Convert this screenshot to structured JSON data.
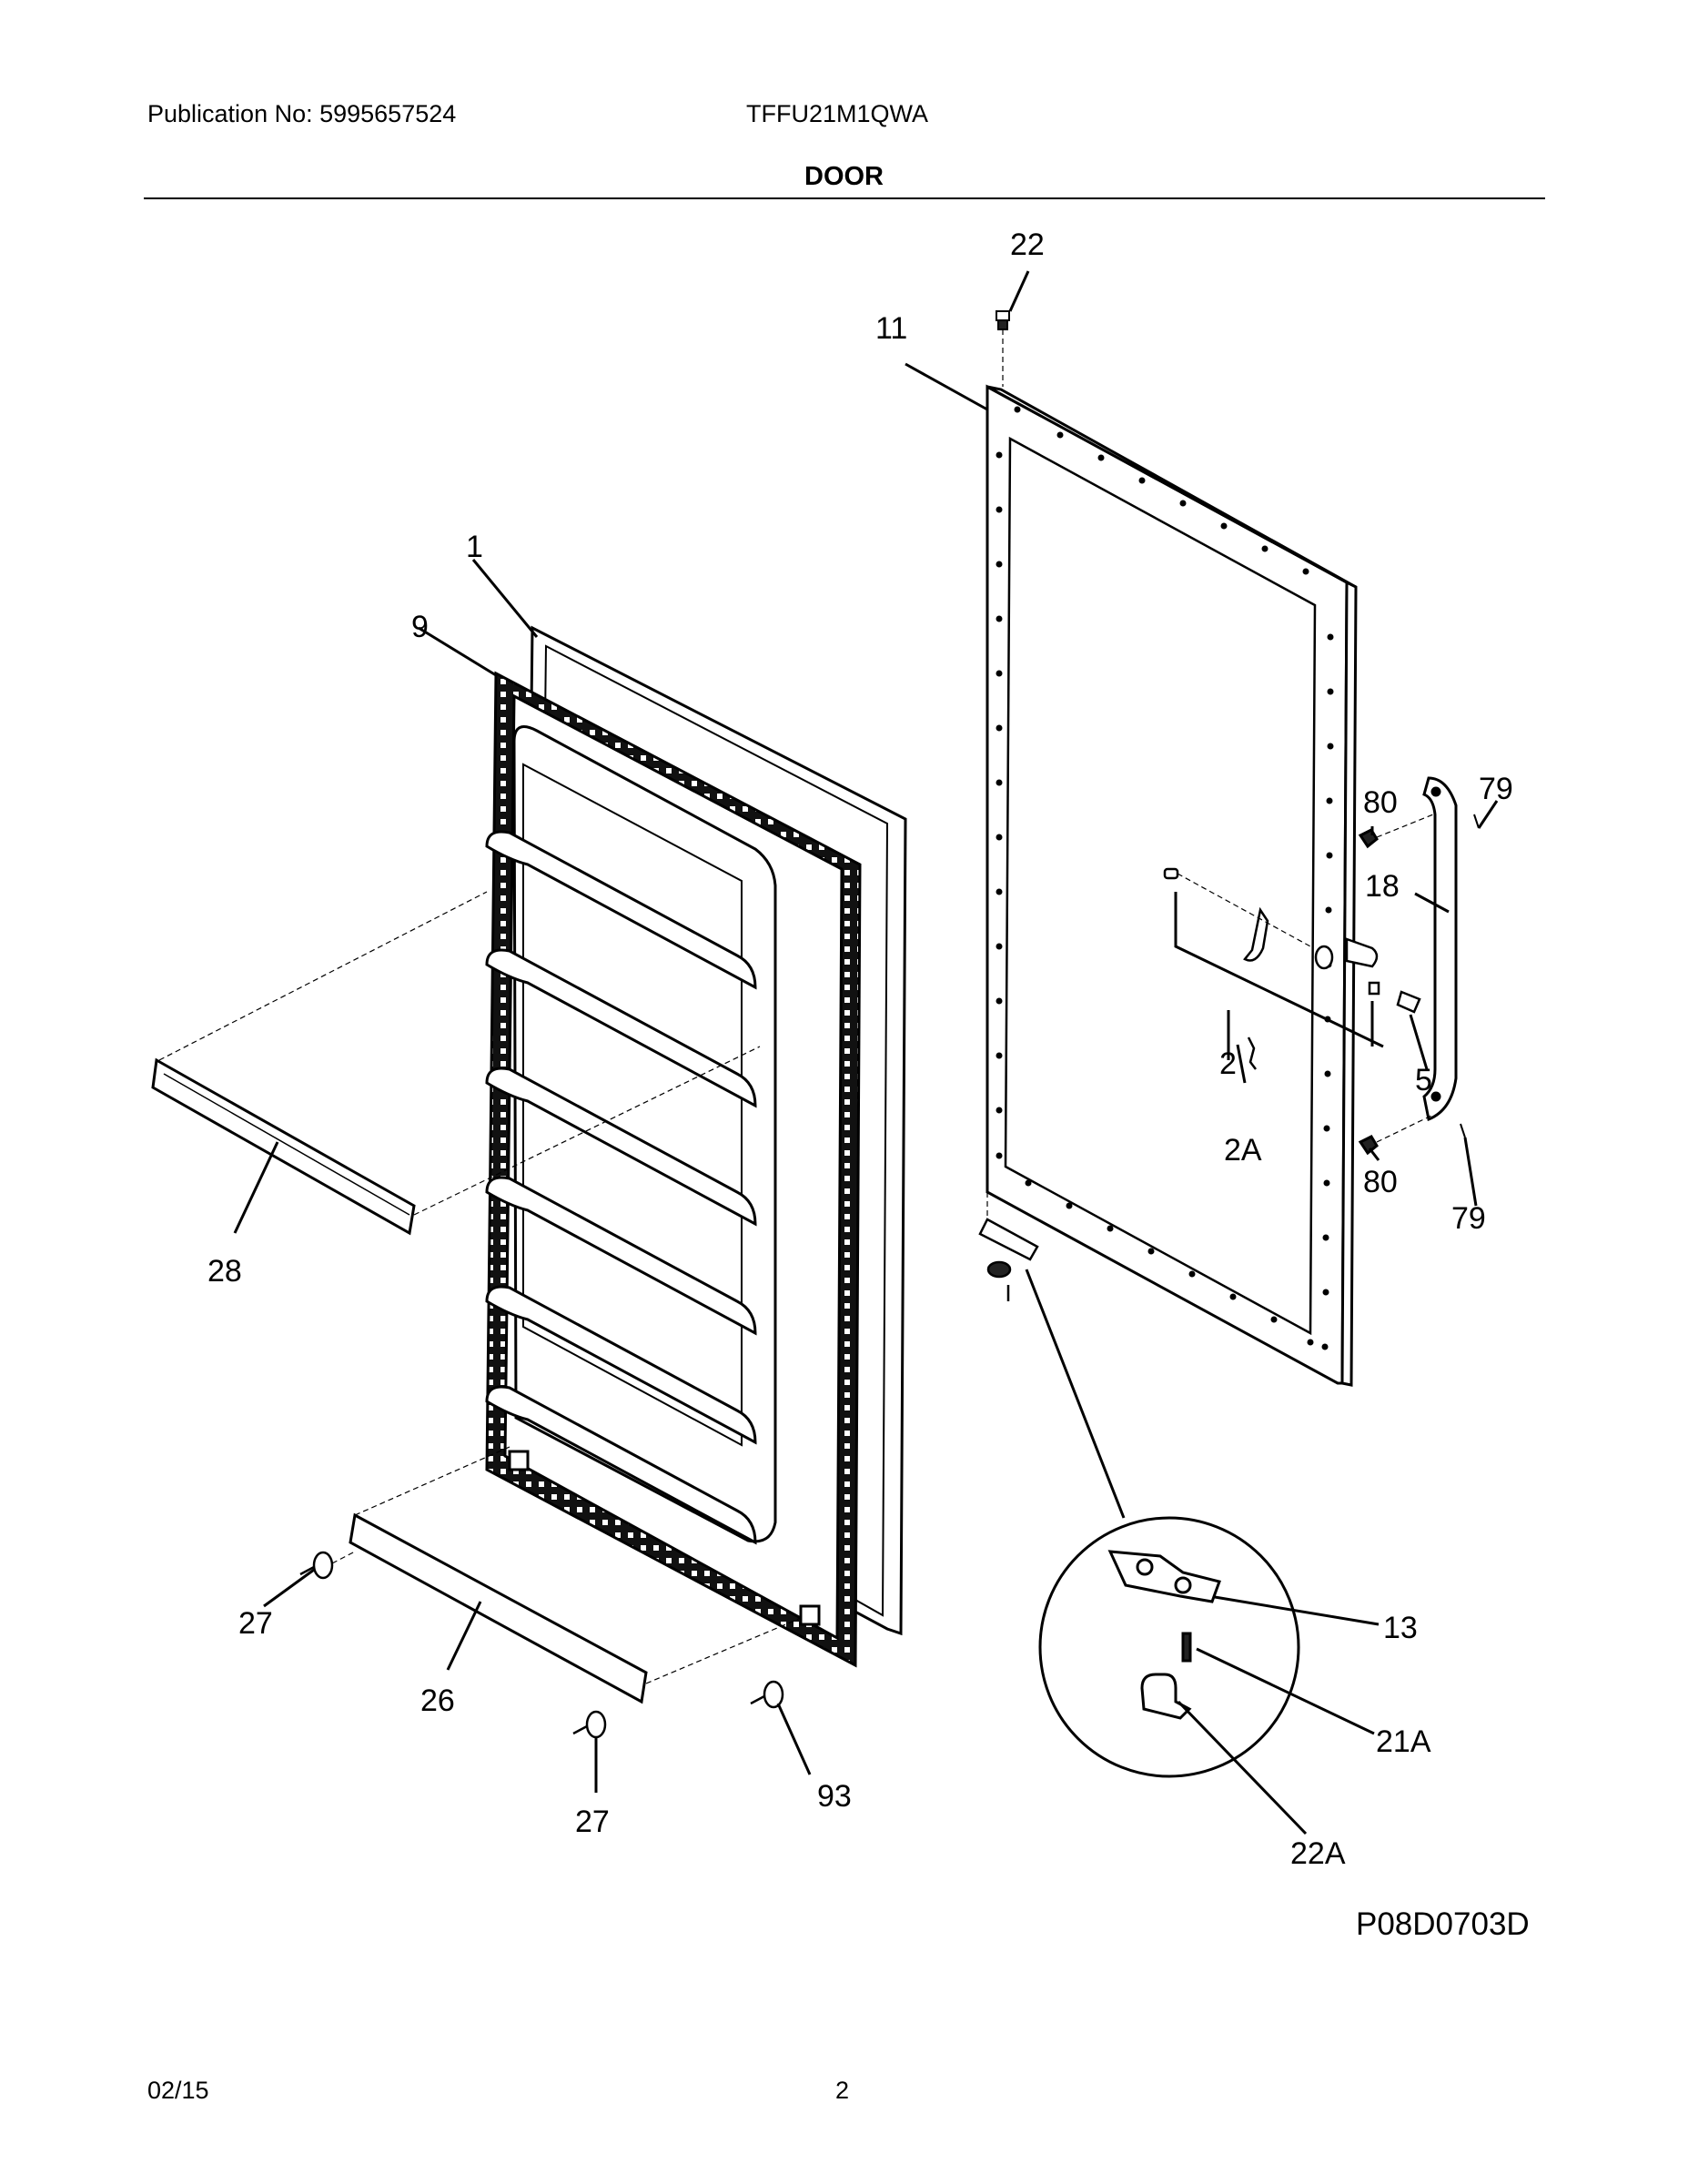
{
  "header": {
    "publication": "Publication No: 5995657524",
    "model": "TFFU21M1QWA"
  },
  "section_title": "DOOR",
  "diagram_ref": "P08D0703D",
  "footer": {
    "date": "02/15",
    "page": "2"
  },
  "callouts": {
    "c1": "1",
    "c2": "2",
    "c2A": "2A",
    "c5": "5",
    "c9": "9",
    "c11": "11",
    "c13": "13",
    "c18": "18",
    "c21A": "21A",
    "c22": "22",
    "c22A": "22A",
    "c26": "26",
    "c27a": "27",
    "c27b": "27",
    "c28": "28",
    "c79a": "79",
    "c79b": "79",
    "c80a": "80",
    "c80b": "80",
    "c93": "93"
  }
}
